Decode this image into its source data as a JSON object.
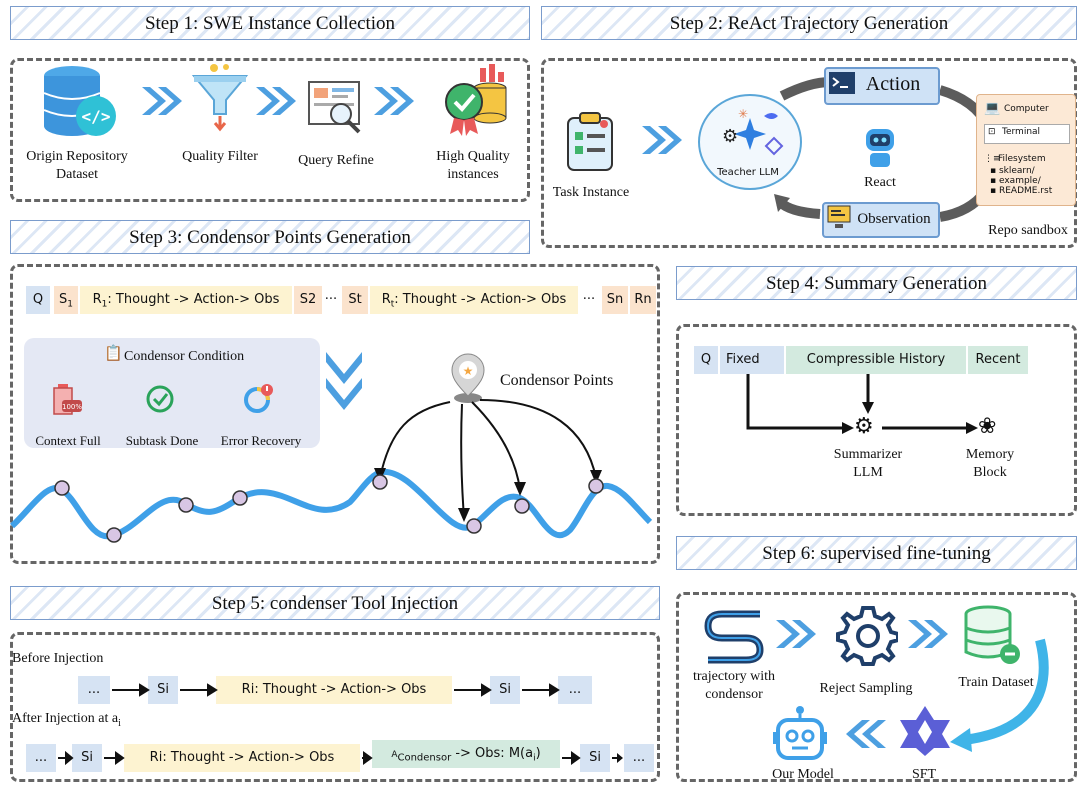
{
  "step1": {
    "title": "Step 1: SWE Instance Collection",
    "items": [
      "Origin Repository\nDataset",
      "Quality Filter",
      "Query Refine",
      "High Quality\ninstances"
    ]
  },
  "step2": {
    "title": "Step 2: ReAct Trajectory Generation",
    "task": "Task Instance",
    "teacher": "Teacher LLM",
    "action": "Action",
    "observation": "Observation",
    "react": "React",
    "sandbox": "Repo sandbox",
    "computer": "Computer",
    "terminal": "Terminal",
    "filesystem": "Filesystem",
    "files": [
      "sklearn/",
      "example/",
      "README.rst"
    ]
  },
  "step3": {
    "title": "Step 3: Condensor Points Generation",
    "seq": {
      "q": "Q",
      "s1": "S",
      "s1_sub": "1",
      "r1": "R",
      "r1_sub": "1",
      "r1_text": ": Thought -> Action-> Obs",
      "s2": "S2",
      "dots1": "···",
      "st": "St",
      "rt": "R",
      "rt_sub": "t",
      "rt_text": ": Thought -> Action-> Obs",
      "dots2": "···",
      "sn": "Sn",
      "rn": "Rn"
    },
    "condition_title": "Condensor Condition",
    "conditions": [
      "Context Full",
      "Subtask Done",
      "Error Recovery"
    ],
    "points_label": "Condensor Points",
    "context_badge": "100%"
  },
  "step4": {
    "title": "Step 4: Summary Generation",
    "q": "Q",
    "fixed": "Fixed",
    "compressible": "Compressible History",
    "recent": "Recent",
    "summarizer": "Summarizer\nLLM",
    "memory": "Memory\nBlock"
  },
  "step5": {
    "title": "Step 5: condenser Tool Injection",
    "before": "Before Injection",
    "after": "After Injection at a",
    "after_sub": "i",
    "dots": "...",
    "si": "Si",
    "ri": "Ri: Thought -> Action-> Obs",
    "acond_pre": "A",
    "acond_sub": "Condensor",
    "acond_post": " -> Obs: M(a",
    "acond_sub2": "i",
    "acond_end": ")"
  },
  "step6": {
    "title": "Step 6: supervised fine-tuning",
    "traj": "trajectory with\ncondensor",
    "reject": "Reject Sampling",
    "train": "Train Dataset",
    "model": "Our Model",
    "sft": "SFT"
  },
  "colors": {
    "accent": "#3fa0e8",
    "banner": "#7b9ccc",
    "chevron": "#4d9fe0"
  }
}
